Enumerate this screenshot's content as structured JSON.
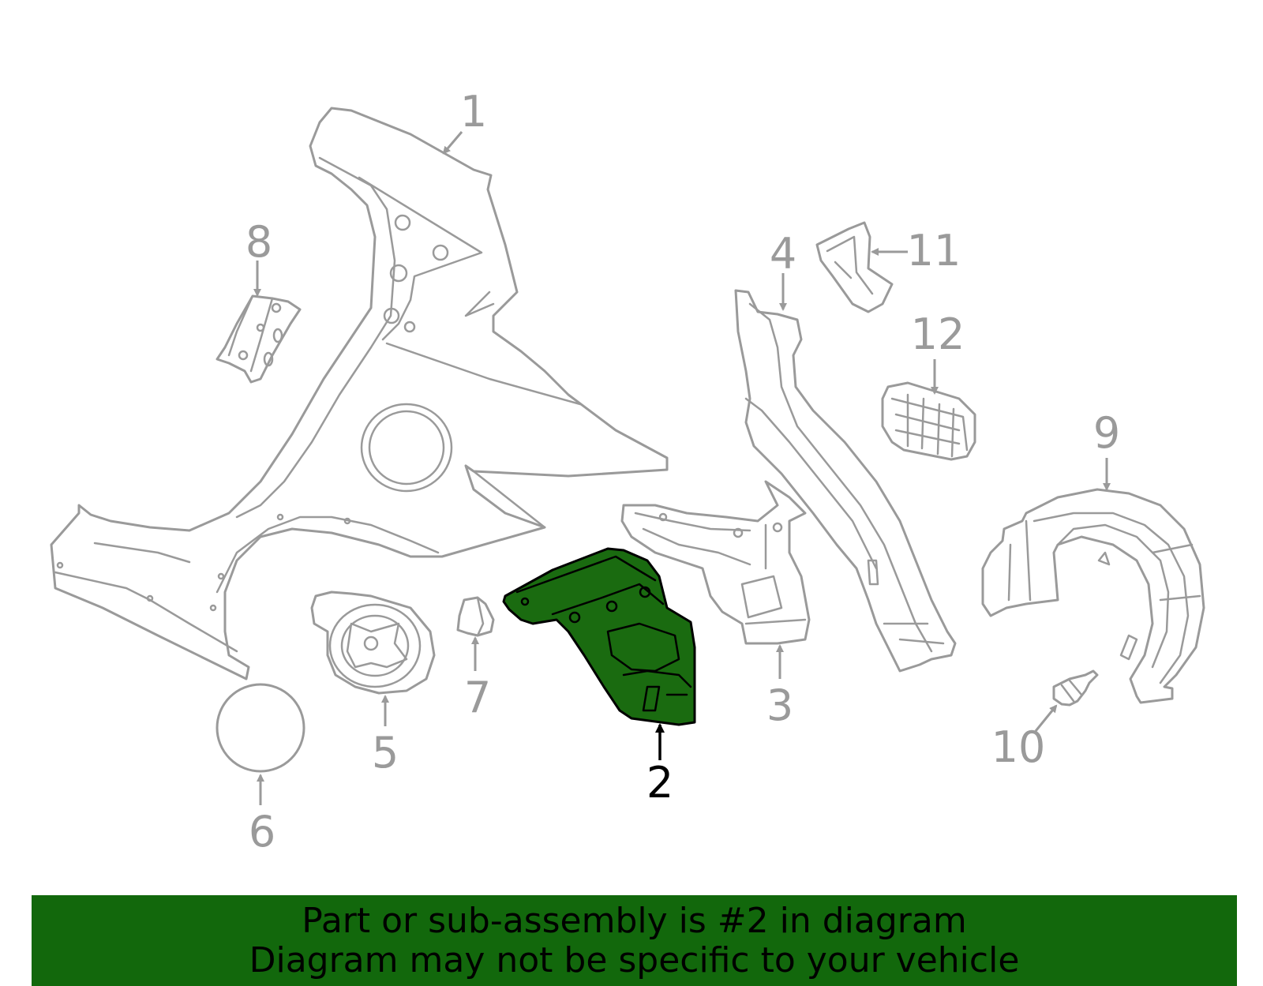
{
  "diagram": {
    "highlight_color": "#1a6b10",
    "outline_color": "#9a9a9a",
    "callouts": [
      {
        "id": "1",
        "label": "1",
        "highlighted": false
      },
      {
        "id": "2",
        "label": "2",
        "highlighted": true
      },
      {
        "id": "3",
        "label": "3",
        "highlighted": false
      },
      {
        "id": "4",
        "label": "4",
        "highlighted": false
      },
      {
        "id": "5",
        "label": "5",
        "highlighted": false
      },
      {
        "id": "6",
        "label": "6",
        "highlighted": false
      },
      {
        "id": "7",
        "label": "7",
        "highlighted": false
      },
      {
        "id": "8",
        "label": "8",
        "highlighted": false
      },
      {
        "id": "9",
        "label": "9",
        "highlighted": false
      },
      {
        "id": "10",
        "label": "10",
        "highlighted": false
      },
      {
        "id": "11",
        "label": "11",
        "highlighted": false
      },
      {
        "id": "12",
        "label": "12",
        "highlighted": false
      }
    ]
  },
  "banner": {
    "color": "#12680c",
    "line1": "Part or sub-assembly is #2 in diagram",
    "line2": "Diagram may not be specific to your vehicle"
  }
}
